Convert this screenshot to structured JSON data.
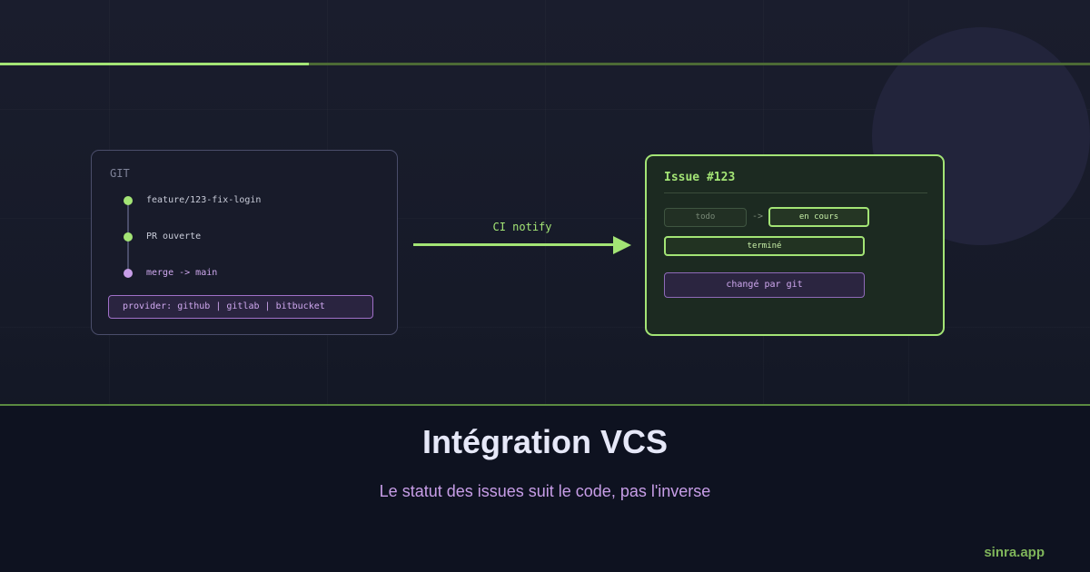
{
  "progress": {
    "value": 0.283
  },
  "colors": {
    "accent_green": "#a3e475",
    "accent_purple": "#c89ee8",
    "background": "#161a28"
  },
  "git_panel": {
    "label": "GIT",
    "commits": [
      {
        "label": "feature/123-fix-login",
        "dot_color": "#a3e475",
        "text_color": "#c9ccd9"
      },
      {
        "label": "PR ouverte",
        "dot_color": "#a3e475",
        "text_color": "#c9ccd9"
      },
      {
        "label": "merge -> main",
        "dot_color": "#c89ee8",
        "text_color": "#cfa8ef"
      }
    ],
    "provider": "provider: github | gitlab | bitbucket"
  },
  "connector": {
    "label": "CI notify"
  },
  "issue_panel": {
    "title": "Issue #123",
    "status_from": "todo",
    "arrow": "->",
    "status_to": "en cours",
    "status_done": "terminé",
    "changed_by": "changé par git"
  },
  "footer": {
    "title": "Intégration VCS",
    "subtitle": "Le statut des issues suit le code, pas l'inverse",
    "brand": "sinra.app"
  }
}
